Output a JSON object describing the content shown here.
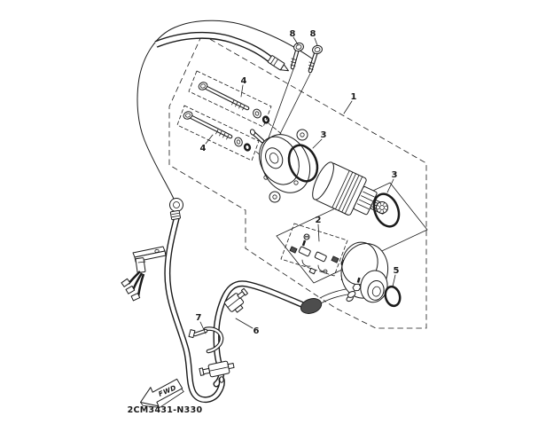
{
  "diagram": {
    "code": "2CM3431-N330",
    "fwd": "FWD",
    "callouts": {
      "c1": "1",
      "c2": "2",
      "c3a": "3",
      "c3b": "3",
      "c4a": "4",
      "c4b": "4",
      "c5": "5",
      "c6": "6",
      "c7": "7",
      "c8a": "8",
      "c8b": "8"
    },
    "colors": {
      "line": "#1a1a1a",
      "bg": "#ffffff",
      "boot": "#4d4d4d"
    }
  }
}
